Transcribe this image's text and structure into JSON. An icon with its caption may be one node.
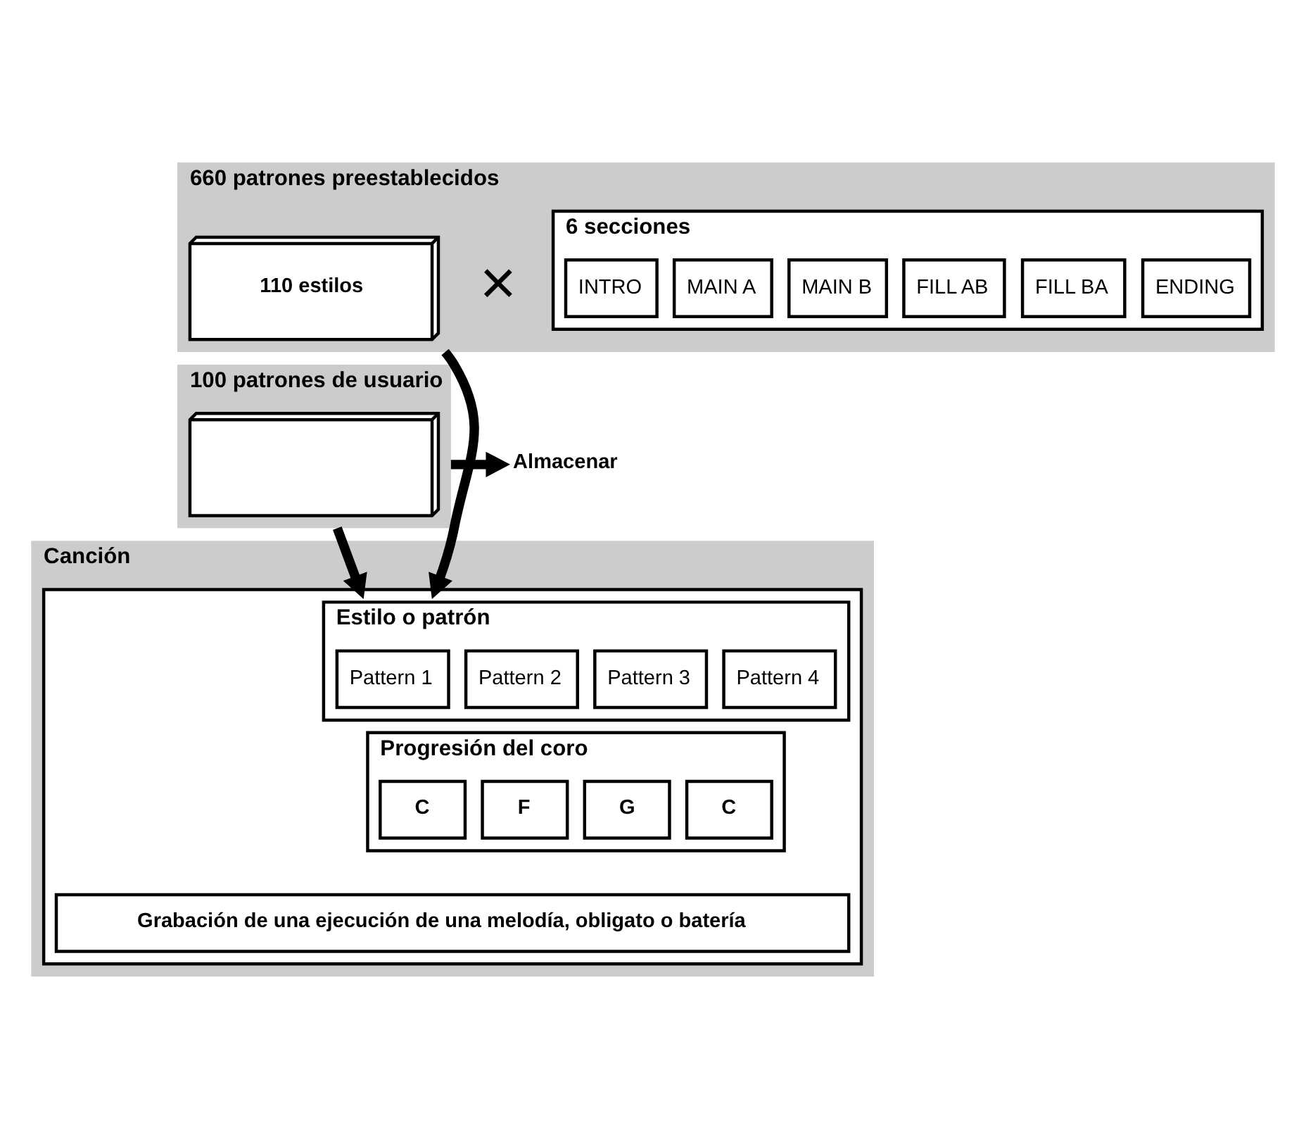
{
  "diagram": {
    "nodes": [
      {
        "text": [
          "660 patrones preestablecidos"
        ]
      },
      {
        "text": [
          "110 estilos"
        ],
        "in": 0
      },
      {
        "text": [
          "6 secciones"
        ],
        "in": 0
      },
      {
        "text": [
          "INTRO"
        ],
        "in": 2
      },
      {
        "text": [
          "MAIN A"
        ],
        "in": 2
      },
      {
        "text": [
          "MAIN B"
        ],
        "in": 2
      },
      {
        "text": [
          "FILL AB"
        ],
        "in": 2
      },
      {
        "text": [
          "FILL BA"
        ],
        "in": 2
      },
      {
        "text": [
          "ENDING"
        ],
        "in": 2
      },
      {
        "text": [
          "100 patrones de usuario"
        ]
      },
      {
        "text": [],
        "shape": "box",
        "in": 9
      },
      {
        "text": [
          "Almacenar"
        ]
      },
      {
        "text": [
          "Canción"
        ]
      },
      {
        "text": [],
        "shape": "box",
        "in": 12
      },
      {
        "text": [
          "Estilo o patrón"
        ],
        "in": 13
      },
      {
        "text": [
          "Pattern 1"
        ],
        "in": 14
      },
      {
        "text": [
          "Pattern 2"
        ],
        "in": 14
      },
      {
        "text": [
          "Pattern 3"
        ],
        "in": 14
      },
      {
        "text": [
          "Pattern 4"
        ],
        "in": 14
      },
      {
        "text": [
          "Progresión del coro"
        ],
        "in": 13
      },
      {
        "text": [
          "C"
        ],
        "in": 19
      },
      {
        "text": [
          "F"
        ],
        "in": 19
      },
      {
        "text": [
          "G"
        ],
        "in": 19
      },
      {
        "text": [
          "C"
        ],
        "in": 19
      },
      {
        "text": [
          "Grabación de una ejecución de una melodía, obligato o batería"
        ],
        "in": 13
      }
    ],
    "edges": [
      {
        "from": 0,
        "to": 13,
        "arrow": "to"
      },
      {
        "from": 9,
        "to": 13,
        "arrow": "to"
      },
      {
        "from": 9,
        "to": 11,
        "arrow": "to"
      }
    ],
    "labels": [
      "×"
    ]
  }
}
